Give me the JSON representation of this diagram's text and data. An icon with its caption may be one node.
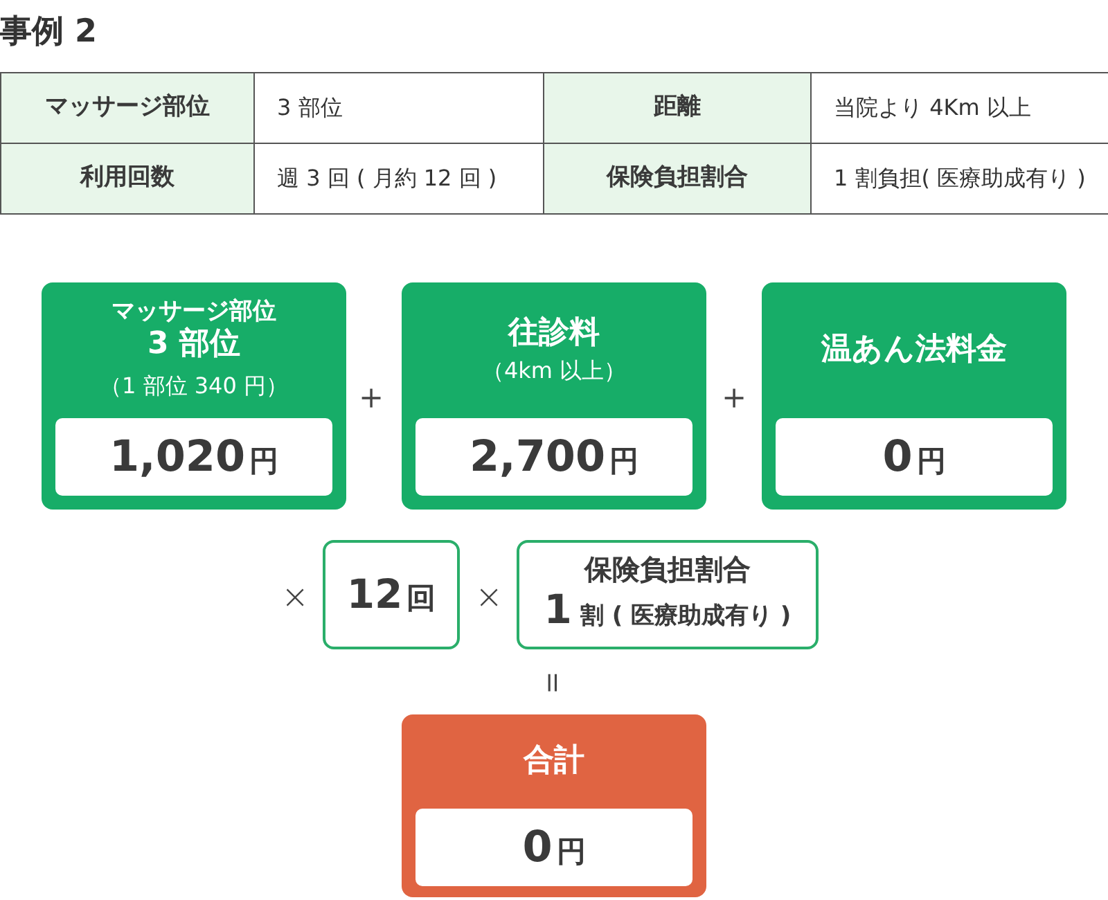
{
  "diagram": {
    "title": "事例 2",
    "nodes": [
      {
        "text": [
          "マッサージ部位",
          "3 部位",
          "（1 部位 340 円）"
        ]
      },
      {
        "text": [
          "1,020円"
        ],
        "in": 0
      },
      {
        "text": [
          "往診料",
          "（4km 以上）"
        ]
      },
      {
        "text": [
          "2,700円"
        ],
        "in": 2
      },
      {
        "text": [
          "温あん法料金"
        ]
      },
      {
        "text": [
          "0円"
        ],
        "in": 4
      },
      {
        "text": [
          "12回"
        ]
      },
      {
        "text": [
          "保険負担割合",
          "1 割 ( 医療助成有り )"
        ]
      },
      {
        "text": [
          "合計"
        ]
      },
      {
        "text": [
          "0円"
        ],
        "in": 8
      }
    ],
    "labels": [
      "マッサージ部位",
      "3 部位",
      "距離",
      "当院より 4Km 以上",
      "利用回数",
      "週 3 回 ( 月約 12 回 )",
      "保険負担割合",
      "1 割負担( 医療助成有り )",
      "＋",
      "＋",
      "×",
      "×",
      "＝"
    ]
  }
}
